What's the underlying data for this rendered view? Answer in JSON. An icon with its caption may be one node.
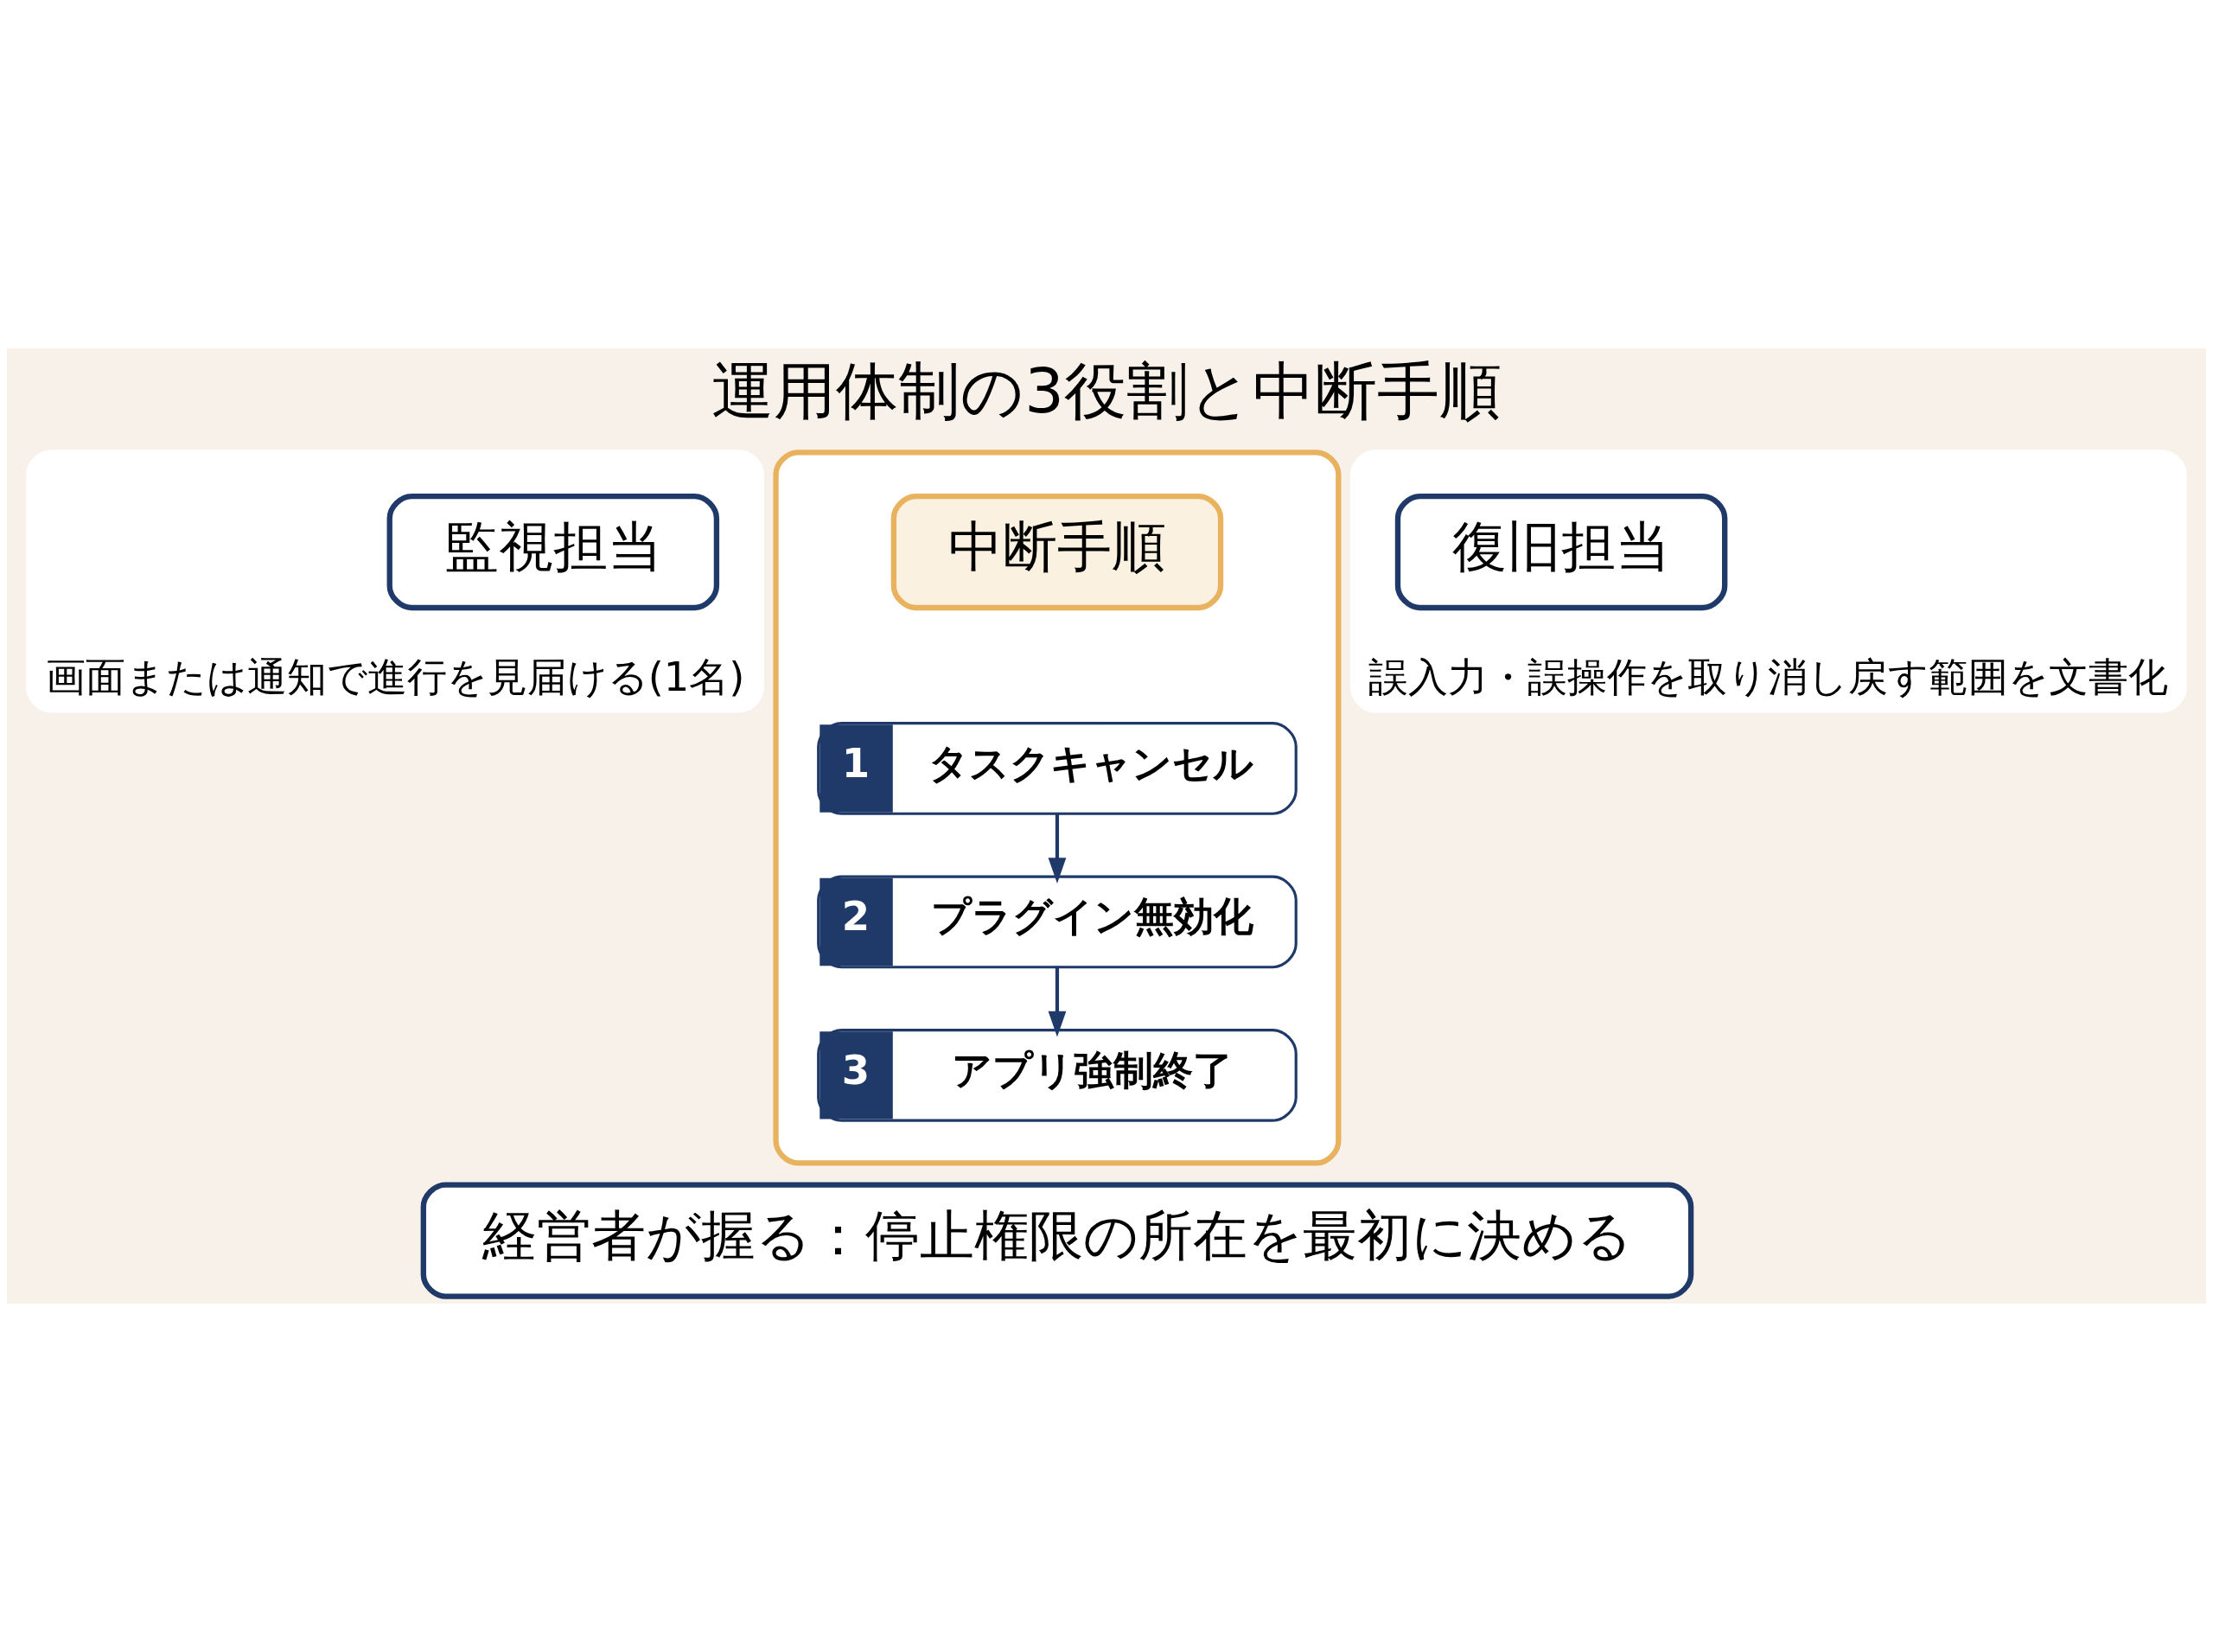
{
  "diagram": {
    "title": "運用体制の3役割と中断手順",
    "nodes": [
      {
        "text": [
          "画面または通知で進行を見届ける(1名)"
        ]
      },
      {
        "text": [
          "監視担当"
        ],
        "in": 0
      },
      {
        "text": [],
        "shape": "box"
      },
      {
        "text": [
          "中断手順"
        ],
        "in": 2
      },
      {
        "text": [
          "1",
          "タスクキャンセル"
        ],
        "in": 2
      },
      {
        "text": [
          "2",
          "プラグイン無効化"
        ],
        "in": 2
      },
      {
        "text": [
          "3",
          "アプリ強制終了"
        ],
        "in": 2
      },
      {
        "text": [
          "誤入力・誤操作を取り消し戻す範囲を文書化"
        ]
      },
      {
        "text": [
          "復旧担当"
        ],
        "in": 7
      },
      {
        "text": [
          "経営者が握る：停止権限の所在を最初に決める"
        ]
      }
    ],
    "edges": [
      {
        "from": 4,
        "to": 5,
        "arrow": "to"
      },
      {
        "from": 5,
        "to": 6,
        "arrow": "to"
      }
    ]
  }
}
